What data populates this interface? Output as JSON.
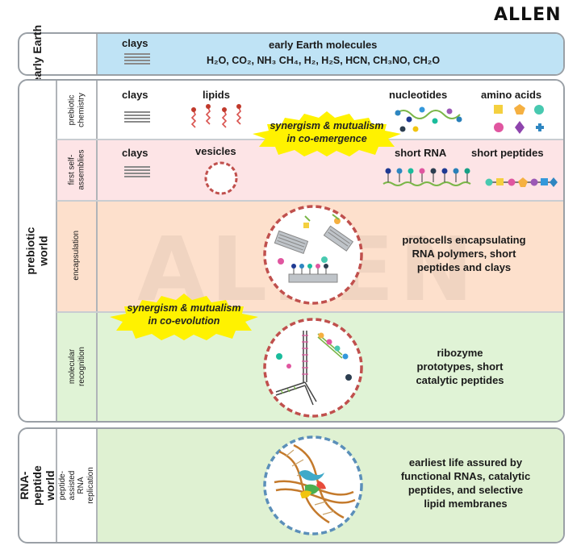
{
  "logo": "ALLEN",
  "watermark": "ALLEN",
  "sections": {
    "early_earth": {
      "label": "early Earth",
      "clays": "clays",
      "molecules_title": "early Earth molecules",
      "formula": "H₂O, CO₂, NH₃ CH₄, H₂, H₂S, HCN, CH₃NO, CH₂O"
    },
    "prebiotic_world": {
      "label": "prebiotic world",
      "prebiotic_chemistry": {
        "label": "prebiotic chemistry",
        "clays": "clays",
        "lipids": "lipids",
        "nucleotides": "nucleotides",
        "amino_acids": "amino acids"
      },
      "first_self_assemblies": {
        "label": "first self-assemblies",
        "clays": "clays",
        "vesicles": "vesicles",
        "short_rna": "short RNA",
        "short_peptides": "short peptides"
      },
      "burst_emergence": [
        "synergism & mutualism",
        "in co-emergence"
      ],
      "encapsulation": {
        "label": "encapsulation",
        "desc": [
          "protocells encapsulating",
          "RNA polymers, short",
          "peptides and clays"
        ]
      },
      "burst_evolution": [
        "synergism & mutualism",
        "in co-evolution"
      ],
      "molecular_recognition": {
        "label": "molecular recognition",
        "desc": [
          "ribozyme",
          "prototypes, short",
          "catalytic peptides"
        ]
      }
    },
    "rna_peptide_world": {
      "label": "RNA-peptide world",
      "sublabel": "peptide-assisted RNA replication",
      "desc": [
        "earliest life assured by",
        "functional RNAs, catalytic",
        "peptides, and selective",
        "lipid membranes"
      ]
    }
  },
  "colors": {
    "early_earth_band": "#bfe3f5",
    "prebiotic_chem_band": "#ffffff",
    "self_assembly_band": "#fde4e6",
    "encapsulation_band": "#fde0cc",
    "recognition_band": "#e0f3d6",
    "rna_world_band": "#dff1d2",
    "burst": "#fff200",
    "vesicle_dash": "#c0504d",
    "rna_world_dash": "#5b8fb9"
  },
  "icons": {
    "clays": "clay-layers-icon",
    "lipids": "lipid-molecule-icon",
    "nucleotides": "nucleotide-chain-icon",
    "amino_acids": "amino-acid-shapes-icon",
    "vesicle": "vesicle-icon",
    "protocell": "protocell-icon",
    "ribozyme": "ribozyme-cell-icon",
    "rna_peptide": "rna-peptide-helix-icon"
  }
}
